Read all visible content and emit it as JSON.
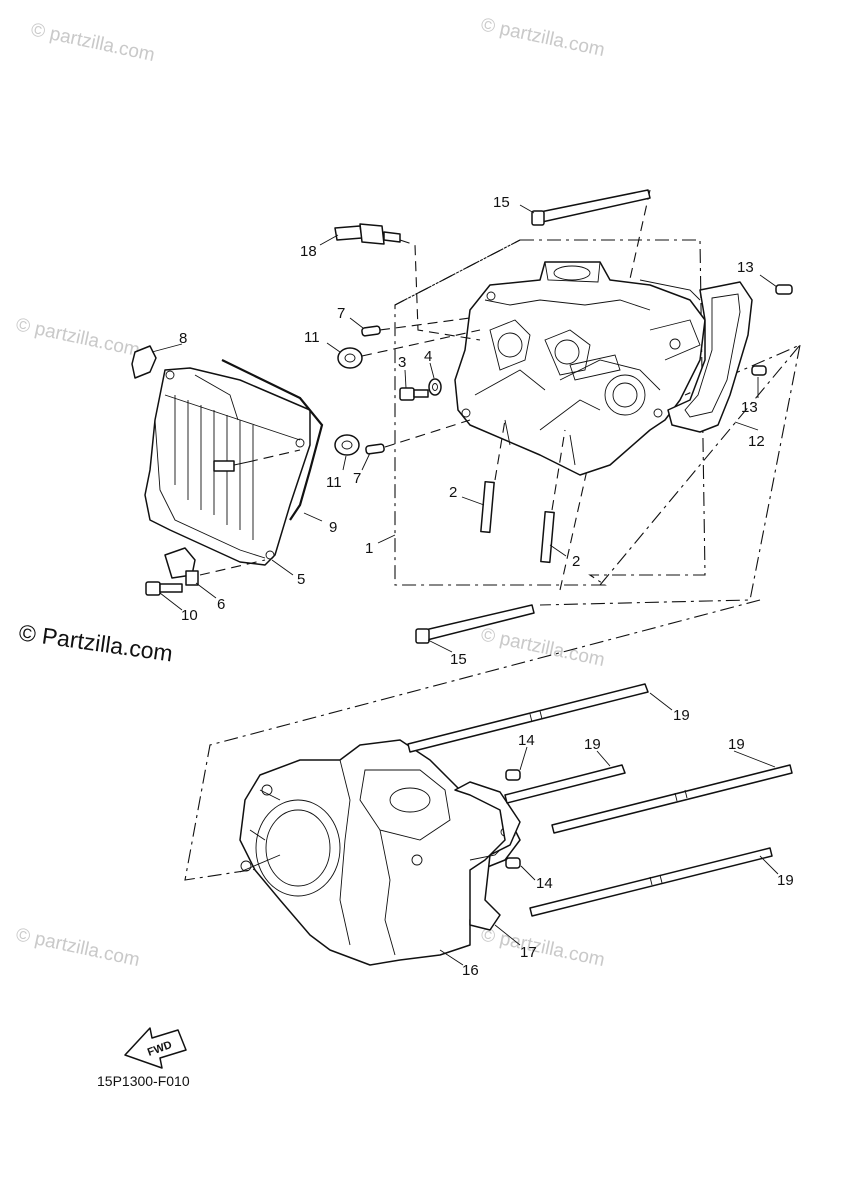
{
  "watermark": "© partzilla.com",
  "credit": "© Partzilla.com",
  "diagram_code": "15P1300-F010",
  "fwd_label": "FWD",
  "callouts": [
    "15",
    "18",
    "13",
    "7",
    "8",
    "11",
    "3",
    "4",
    "12",
    "13",
    "2",
    "11",
    "7",
    "1",
    "9",
    "5",
    "6",
    "10",
    "2",
    "15",
    "19",
    "14",
    "19",
    "19",
    "14",
    "19",
    "17",
    "16"
  ]
}
